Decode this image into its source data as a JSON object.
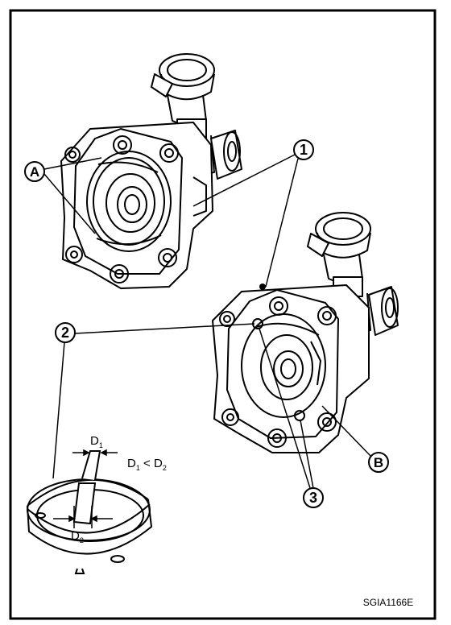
{
  "callouts": {
    "a": "A",
    "b": "B",
    "one": "1",
    "two": "2",
    "three": "3"
  },
  "dimensions": {
    "d1_main": "D",
    "d1_sub": "1",
    "d2_main": "D",
    "d2_sub": "2",
    "relation_d1": "D",
    "relation_d1_sub": "1",
    "relation_op": " < ",
    "relation_d2": "D",
    "relation_d2_sub": "2"
  },
  "figure_id": "SGIA1166E",
  "colors": {
    "ink": "#000000",
    "paper": "#ffffff"
  }
}
